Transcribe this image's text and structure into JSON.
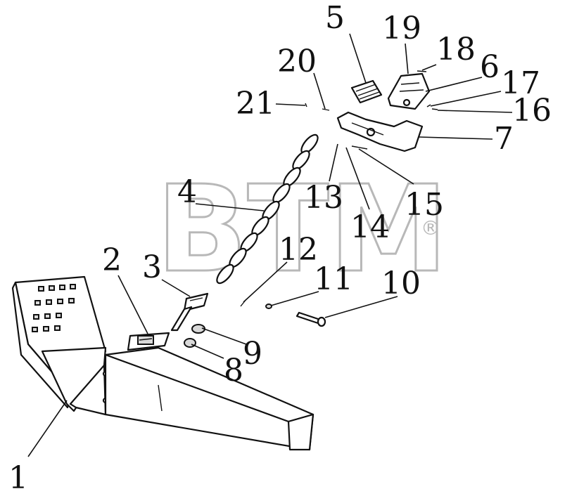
{
  "watermark": {
    "text": "BTM",
    "mark": "®"
  },
  "callouts": [
    {
      "id": "c1",
      "label": "1"
    },
    {
      "id": "c2",
      "label": "2"
    },
    {
      "id": "c3",
      "label": "3"
    },
    {
      "id": "c4",
      "label": "4"
    },
    {
      "id": "c5",
      "label": "5"
    },
    {
      "id": "c6",
      "label": "6"
    },
    {
      "id": "c7",
      "label": "7"
    },
    {
      "id": "c8",
      "label": "8"
    },
    {
      "id": "c9",
      "label": "9"
    },
    {
      "id": "c10",
      "label": "10"
    },
    {
      "id": "c11",
      "label": "11"
    },
    {
      "id": "c12",
      "label": "12"
    },
    {
      "id": "c13",
      "label": "13"
    },
    {
      "id": "c14",
      "label": "14"
    },
    {
      "id": "c15",
      "label": "15"
    },
    {
      "id": "c16",
      "label": "16"
    },
    {
      "id": "c17",
      "label": "17"
    },
    {
      "id": "c18",
      "label": "18"
    },
    {
      "id": "c19",
      "label": "19"
    },
    {
      "id": "c20",
      "label": "20"
    },
    {
      "id": "c21",
      "label": "21"
    }
  ]
}
